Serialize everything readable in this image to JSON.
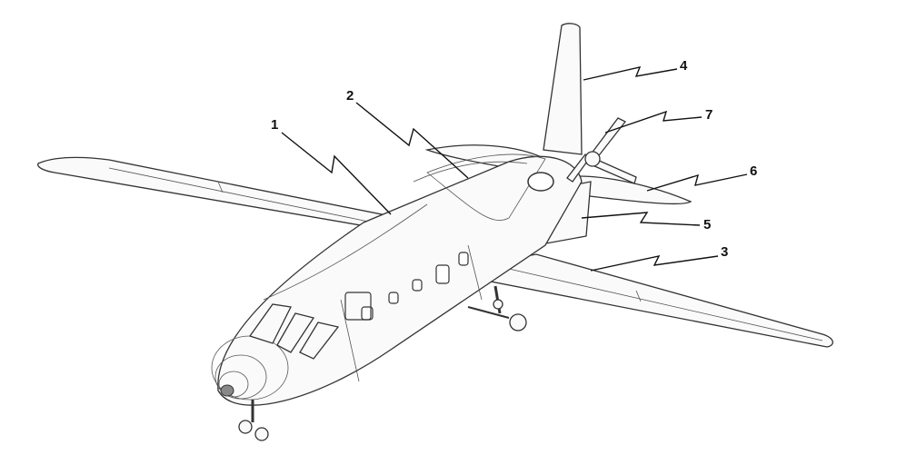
{
  "labels": [
    {
      "id": "fuselage",
      "number": "1"
    },
    {
      "id": "fairing",
      "number": "2"
    },
    {
      "id": "wing",
      "number": "3"
    },
    {
      "id": "vertical-tail",
      "number": "4"
    },
    {
      "id": "pylon",
      "number": "5"
    },
    {
      "id": "horizontal-tail",
      "number": "6"
    },
    {
      "id": "propeller",
      "number": "7"
    }
  ]
}
